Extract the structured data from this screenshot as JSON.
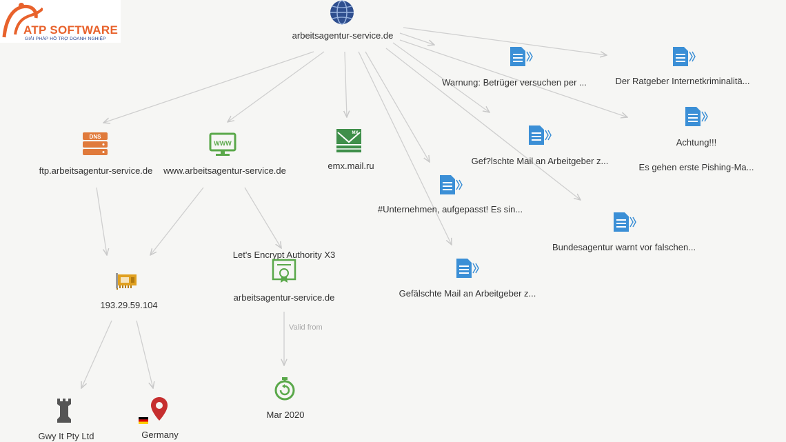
{
  "logo": {
    "title": "ATP SOFTWARE",
    "subtitle": "GIẢI PHÁP HỖ TRỢ DOANH NGHIỆP",
    "accent": "#e8622c",
    "secondary": "#1f3f8f"
  },
  "colors": {
    "edge": "#c8c8c8",
    "doc": "#3b8fd6",
    "dns": "#e07a3b",
    "www": "#5aa84a",
    "mail": "#3f8f4a",
    "cert": "#5aa84a",
    "ip": "#e0a020",
    "pin": "#c62f2f"
  },
  "graph": {
    "root": {
      "label": "arbeitsagentur-service.de",
      "icon": "globe-icon"
    },
    "dns_node": {
      "label": "ftp.arbeitsagentur-service.de",
      "icon": "dns-icon"
    },
    "www_node": {
      "label": "www.arbeitsagentur-service.de",
      "icon": "www-icon"
    },
    "mail_node": {
      "label": "emx.mail.ru",
      "icon": "mail-server-icon"
    },
    "ip_node": {
      "label": "193.29.59.104",
      "icon": "network-card-icon"
    },
    "cert_issuer": {
      "label": "Let's Encrypt Authority X3"
    },
    "cert_node": {
      "label": "arbeitsagentur-service.de",
      "icon": "certificate-icon"
    },
    "edge_valid_from": "Valid from",
    "date_node": {
      "label": "Mar 2020",
      "icon": "stopwatch-icon"
    },
    "org_node": {
      "label": "Gwy It Pty Ltd",
      "icon": "chess-rook-icon"
    },
    "country_node": {
      "label": "Germany",
      "icon": "location-pin-icon"
    },
    "documents": [
      {
        "label": "Warnung: Betrüger versuchen per ..."
      },
      {
        "label": "Der Ratgeber Internetkriminalitä..."
      },
      {
        "label": "Achtung!!!"
      },
      {
        "label": "Es gehen erste Pishing-Ma..."
      },
      {
        "label": "Gef?lschte Mail an Arbeitgeber z..."
      },
      {
        "label": "#Unternehmen, aufgepasst! Es sin..."
      },
      {
        "label": "Bundesagentur warnt vor falschen..."
      },
      {
        "label": "Gefälschte Mail an Arbeitgeber z..."
      }
    ]
  }
}
